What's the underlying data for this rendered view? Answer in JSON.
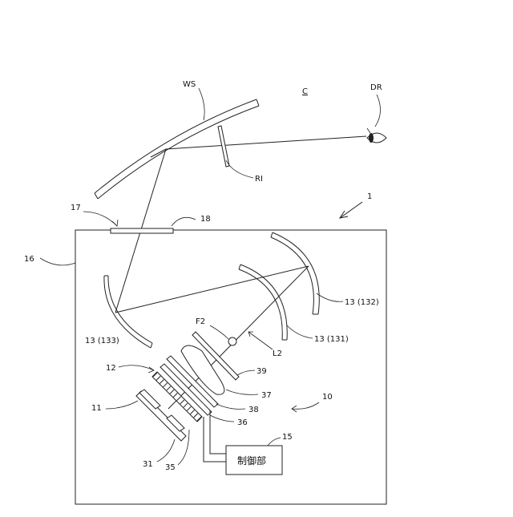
{
  "labels": {
    "ws": "WS",
    "c": "C",
    "dr": "DR",
    "ri": "RI",
    "n1": "1",
    "n17": "17",
    "n18": "18",
    "n16": "16",
    "n13_132": "13 (132)",
    "n13_131": "13 (131)",
    "n13_133": "13 (133)",
    "f2": "F2",
    "l2": "L2",
    "n12": "12",
    "n39": "39",
    "n37": "37",
    "n10": "10",
    "n11": "11",
    "n38": "38",
    "n36": "36",
    "n15": "15",
    "n31": "31",
    "n35": "35",
    "controller": "制御部"
  }
}
